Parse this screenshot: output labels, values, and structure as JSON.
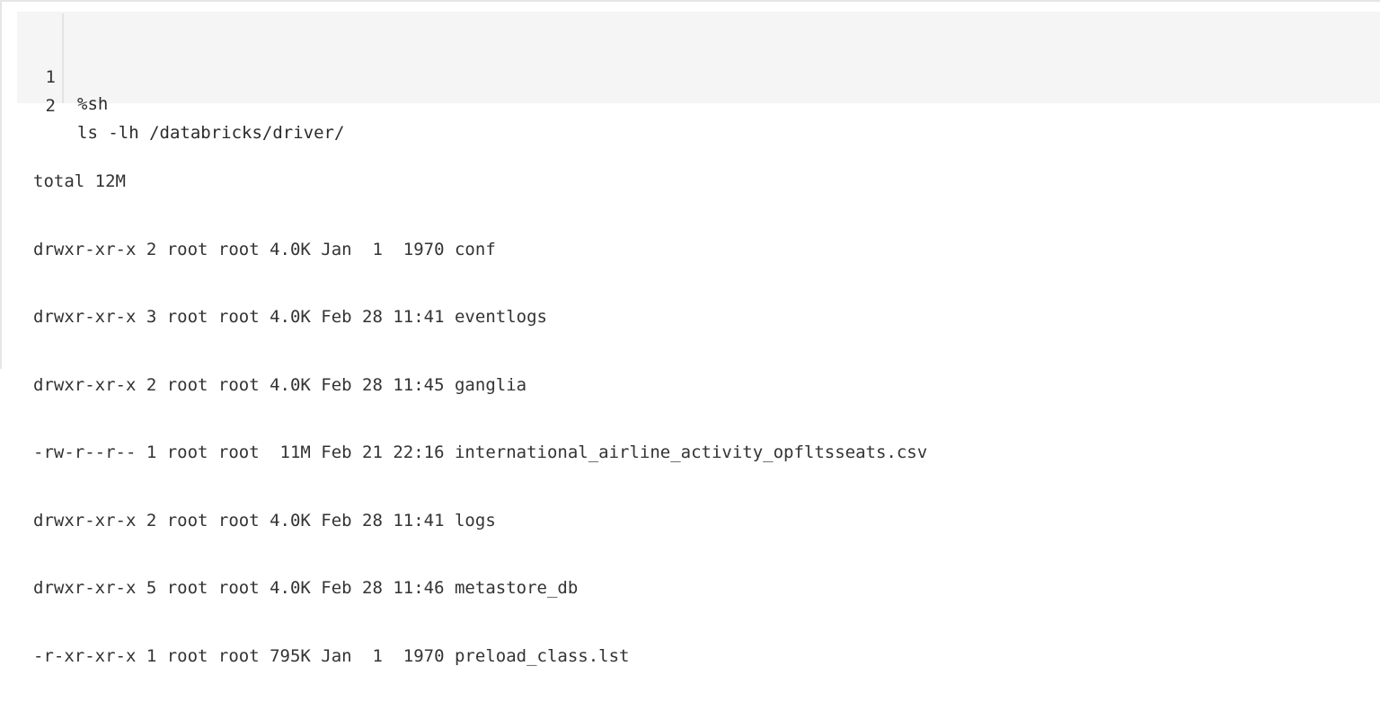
{
  "editor": {
    "lines": [
      {
        "number": "1",
        "text": "%sh"
      },
      {
        "number": "2",
        "text": "ls -lh /databricks/driver/"
      }
    ]
  },
  "output": {
    "lines": [
      "total 12M",
      "drwxr-xr-x 2 root root 4.0K Jan  1  1970 conf",
      "drwxr-xr-x 3 root root 4.0K Feb 28 11:41 eventlogs",
      "drwxr-xr-x 2 root root 4.0K Feb 28 11:45 ganglia",
      "-rw-r--r-- 1 root root  11M Feb 21 22:16 international_airline_activity_opfltsseats.csv",
      "drwxr-xr-x 2 root root 4.0K Feb 28 11:41 logs",
      "drwxr-xr-x 5 root root 4.0K Feb 28 11:46 metastore_db",
      "-r-xr-xr-x 1 root root 795K Jan  1  1970 preload_class.lst"
    ]
  },
  "colors": {
    "editor_background": "#f5f5f5",
    "cell_border": "#e6e6e6",
    "text": "#333333"
  }
}
